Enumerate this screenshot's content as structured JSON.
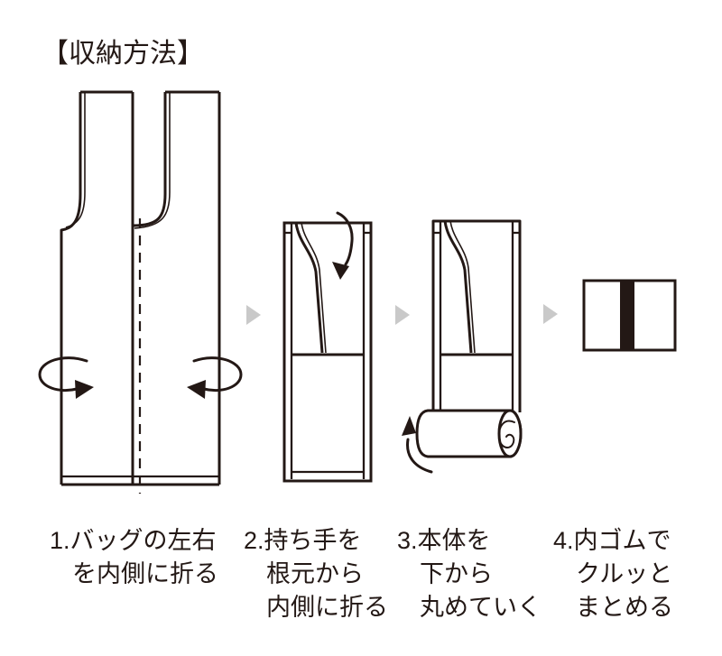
{
  "title": "【収納方法】",
  "colors": {
    "ink": "#231815",
    "gray_arrow": "#c9c9c9",
    "background": "#ffffff"
  },
  "steps": [
    {
      "caption_lines": [
        "1.バッグの左右",
        "を内側に折る"
      ],
      "figure_icon": "flat-bag-with-inward-fold-arrows"
    },
    {
      "caption_lines": [
        "2.持ち手を",
        "根元から",
        "内側に折る"
      ],
      "figure_icon": "folded-strip-handle-folding-down"
    },
    {
      "caption_lines": [
        "3.本体を",
        "下から",
        "丸めていく"
      ],
      "figure_icon": "strip-rolling-up-from-bottom"
    },
    {
      "caption_lines": [
        "4.内ゴムで",
        "クルッと",
        "まとめる"
      ],
      "figure_icon": "rolled-bag-with-elastic-band"
    }
  ],
  "between_arrow_icon": "right-triangle-arrow"
}
